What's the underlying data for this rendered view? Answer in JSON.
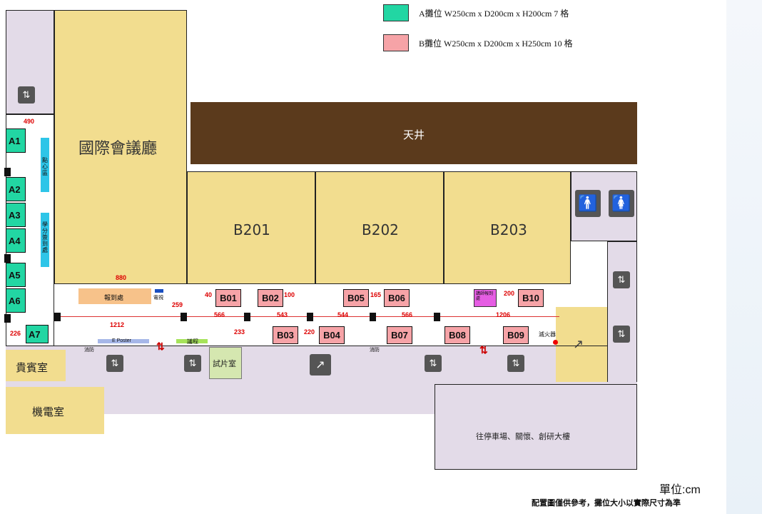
{
  "legend": [
    {
      "label": "A攤位 W250cm x D200cm x H200cm 7 格",
      "color": "#22d6a3"
    },
    {
      "label": "B攤位 W250cm x D200cm x H250cm 10 格",
      "color": "#f6a3a7"
    }
  ],
  "rooms": {
    "hall": "國際會議廳",
    "skylight": "天井",
    "b201": "B201",
    "b202": "B202",
    "b203": "B203",
    "vip": "貴賓室",
    "electrical": "機電室",
    "preview": "試片室",
    "parking": "往停車場、關懷、創研大樓"
  },
  "labels": {
    "snack": "點心區",
    "credit": "學分簽到處",
    "checkin": "報到處",
    "tv": "電視",
    "eposter": "E Poster",
    "agenda": "議程",
    "lecturer_checkin": "講師報到處",
    "extinguisher": "滅火器",
    "fire1": "消防",
    "fire2": "消防"
  },
  "booths_a": [
    "A1",
    "A2",
    "A3",
    "A4",
    "A5",
    "A6",
    "A7"
  ],
  "booths_b": [
    "B01",
    "B02",
    "B03",
    "B04",
    "B05",
    "B06",
    "B07",
    "B08",
    "B09",
    "B10"
  ],
  "measurements": {
    "m490": "490",
    "m880": "880",
    "m40": "40",
    "m100": "100",
    "m165": "165",
    "m200": "200",
    "m259": "259",
    "m1212": "1212",
    "m566a": "566",
    "m543": "543",
    "m544": "544",
    "m566b": "566",
    "m1206": "1206",
    "m226": "226",
    "m233": "233",
    "m220": "220"
  },
  "footer": {
    "unit": "單位:cm",
    "note": "配置圖僅供參考，攤位大小以實際尺寸為準"
  },
  "icons": {
    "elevator": "elevator-icon",
    "restroom_male": "male-restroom-icon",
    "restroom_female": "female-restroom-icon",
    "stairs": "stairs-icon"
  }
}
